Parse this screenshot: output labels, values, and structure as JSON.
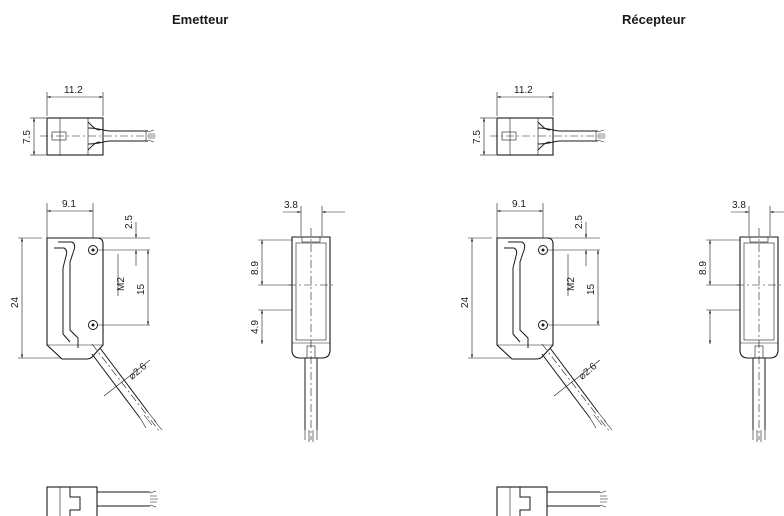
{
  "titles": {
    "emitter": "Emetteur",
    "receiver": "Récepteur"
  },
  "dims": {
    "top_width": "11.2",
    "top_height": "7.5",
    "side_offset": "9.1",
    "hole_offset": "2.5",
    "thread": "M2",
    "hole_spacing": "15",
    "height": "24",
    "cable_diameter": "⌀2.6",
    "front_width": "3.8",
    "front_upper": "8.9",
    "front_lower": "4.9"
  }
}
